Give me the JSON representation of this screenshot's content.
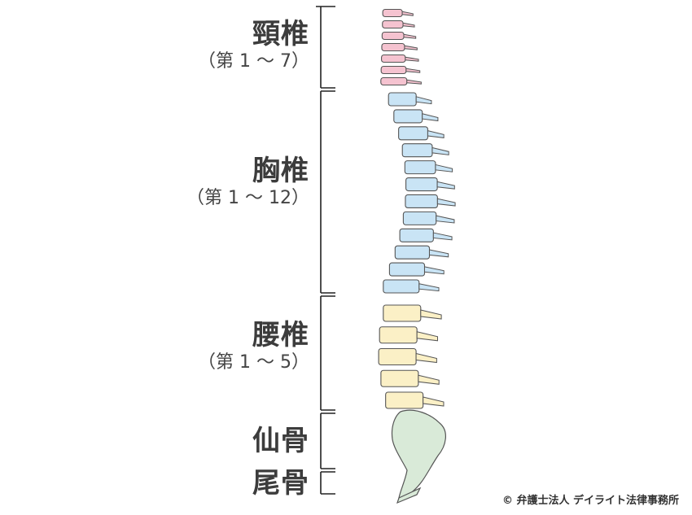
{
  "regions": {
    "cervical": {
      "name": "頸椎",
      "range": "（第 1 〜 7）",
      "color": "#f5c3d0"
    },
    "thoracic": {
      "name": "胸椎",
      "range": "（第 1 〜 12）",
      "color": "#c9e4f5"
    },
    "lumbar": {
      "name": "腰椎",
      "range": "（第 1 〜 5）",
      "color": "#fbf0c6"
    },
    "sacrum": {
      "name": "仙骨",
      "color": "#d9ead8"
    },
    "coccyx": {
      "name": "尾骨",
      "color": "#d9ead8"
    }
  },
  "credit": "© 弁護士法人 デイライト法律事務所"
}
